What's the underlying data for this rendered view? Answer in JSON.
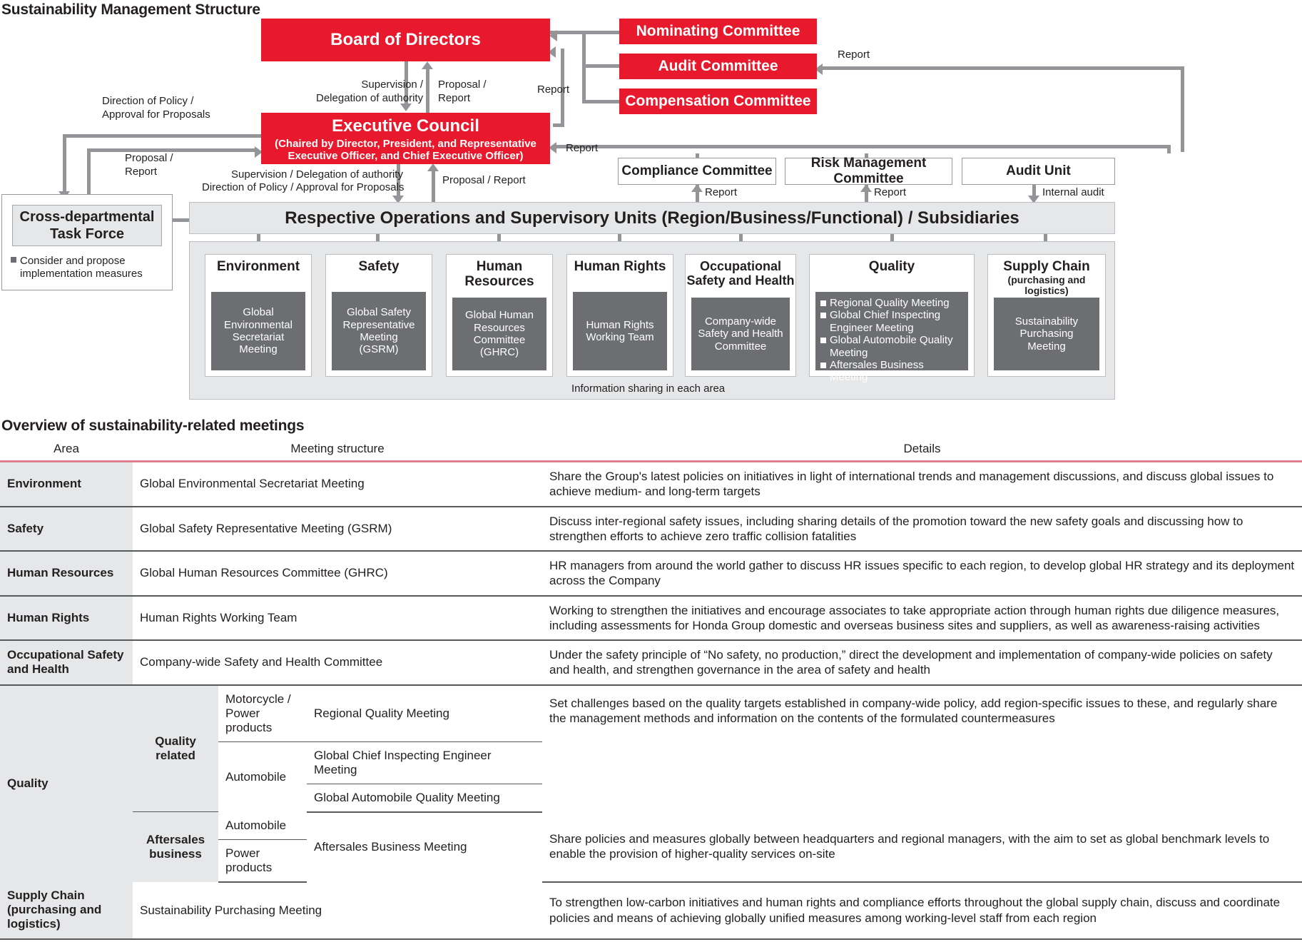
{
  "diagram": {
    "title": "Sustainability Management Structure",
    "board": "Board of Directors",
    "exec": {
      "title": "Executive Council",
      "sub1": "(Chaired by Director, President, and Representative",
      "sub2": "Executive Officer, and Chief Executive Officer)"
    },
    "committees": [
      "Nominating Committee",
      "Audit Committee",
      "Compensation Committee"
    ],
    "white_boxes": [
      "Compliance Committee",
      "Risk Management Committee",
      "Audit Unit"
    ],
    "ops_band": "Respective Operations and Supervisory Units (Region/Business/Functional) / Subsidiaries",
    "task_force": {
      "title_line1": "Cross-departmental",
      "title_line2": "Task Force",
      "note_line1": "Consider and propose",
      "note_line2": "implementation measures"
    },
    "info_share": "Information sharing in each area",
    "labels": {
      "supervision_delegation": "Supervision /\nDelegation of authority",
      "proposal_report_2": "Proposal /\nReport",
      "report_top": "Report",
      "report_mid": "Report",
      "report_exec": "Report",
      "direction_policy": "Direction of Policy /\nApproval for Proposals",
      "proposal_report_left": "Proposal /\nReport",
      "supervision_long_1": "Supervision / Delegation of authority",
      "supervision_long_2": "Direction of Policy / Approval for Proposals",
      "proposal_report_ops": "Proposal / Report",
      "report_compliance": "Report",
      "report_risk": "Report",
      "internal_audit": "Internal audit"
    },
    "areas": [
      {
        "name": "Environment",
        "sub": "",
        "items": [
          "Global\nEnvironmental\nSecretariat\nMeeting"
        ],
        "list": false
      },
      {
        "name": "Safety",
        "sub": "",
        "items": [
          "Global Safety\nRepresentative\nMeeting\n(GSRM)"
        ],
        "list": false
      },
      {
        "name": "Human\nResources",
        "sub": "",
        "items": [
          "Global Human\nResources\nCommittee\n(GHRC)"
        ],
        "list": false
      },
      {
        "name": "Human Rights",
        "sub": "",
        "items": [
          "Human Rights\nWorking Team"
        ],
        "list": false
      },
      {
        "name": "Occupational\nSafety and Health",
        "sub": "",
        "items": [
          "Company-wide\nSafety and Health\nCommittee"
        ],
        "list": false
      },
      {
        "name": "Quality",
        "sub": "",
        "items": [
          "Regional Quality Meeting",
          "Global Chief Inspecting Engineer Meeting",
          "Global Automobile Quality Meeting",
          "Aftersales Business Meeting"
        ],
        "list": true
      },
      {
        "name": "Supply Chain",
        "sub": "(purchasing and logistics)",
        "items": [
          "Sustainability\nPurchasing\nMeeting"
        ],
        "list": false
      }
    ]
  },
  "table": {
    "title": "Overview of sustainability-related meetings",
    "headers": {
      "area": "Area",
      "structure": "Meeting structure",
      "details": "Details"
    },
    "rows": [
      {
        "area": "Environment",
        "structure": "Global Environmental Secretariat Meeting",
        "details": "Share the Group's latest policies on initiatives in light of international trends and management discussions, and discuss global issues to achieve medium- and long-term targets"
      },
      {
        "area": "Safety",
        "structure": "Global Safety Representative Meeting (GSRM)",
        "details": "Discuss inter-regional safety issues, including sharing details of the promotion toward the new safety goals and discussing how to strengthen efforts to achieve zero traffic collision fatalities"
      },
      {
        "area": "Human Resources",
        "structure": "Global Human Resources Committee (GHRC)",
        "details": "HR managers from around the world gather to discuss HR issues specific to each region, to develop global HR strategy and its deployment across the Company"
      },
      {
        "area": "Human Rights",
        "structure": "Human Rights Working Team",
        "details": "Working to strengthen the initiatives and encourage associates to take appropriate action through human rights due diligence measures, including assessments for Honda Group domestic and overseas business sites and suppliers, as well as awareness-raising activities"
      },
      {
        "area": "Occupational Safety and Health",
        "structure": "Company-wide Safety and Health Committee",
        "details": "Under the safety principle of “No safety, no production,” direct the development and implementation of company-wide policies on safety and health, and strengthen governance in the area of safety and health"
      }
    ],
    "quality": {
      "area": "Quality",
      "related": {
        "label_line1": "Quality",
        "label_line2": "related",
        "products": [
          "Motorcycle / Power products",
          "Automobile"
        ],
        "meetings": [
          "Regional Quality Meeting",
          "Global Chief Inspecting Engineer Meeting",
          "Global Automobile Quality Meeting"
        ],
        "details": "Set challenges based on the quality targets established in company-wide policy, add region-specific issues to these, and regularly share the management methods and information on the contents of the formulated countermeasures"
      },
      "aftersales": {
        "label_line1": "Aftersales",
        "label_line2": "business",
        "products": [
          "Automobile",
          "Power products"
        ],
        "meeting": "Aftersales Business Meeting",
        "details": "Share policies and measures globally between headquarters and regional managers, with the aim to set as global benchmark levels to enable the provision of higher-quality services on-site"
      }
    },
    "supply_chain": {
      "area_line1": "Supply Chain",
      "area_line2": "(purchasing and",
      "area_line3": "logistics)",
      "structure": "Sustainability Purchasing Meeting",
      "details": "To strengthen low-carbon initiatives and human rights and compliance efforts throughout the global supply chain, discuss and coordinate policies and means of achieving globally unified measures among working-level staff from each region"
    }
  },
  "colors": {
    "red": "#e8192c",
    "grey_line": "#939598",
    "dark_grey": "#6d6e71",
    "band": "#e6e7e8",
    "pink_rule": "#e0808f"
  }
}
